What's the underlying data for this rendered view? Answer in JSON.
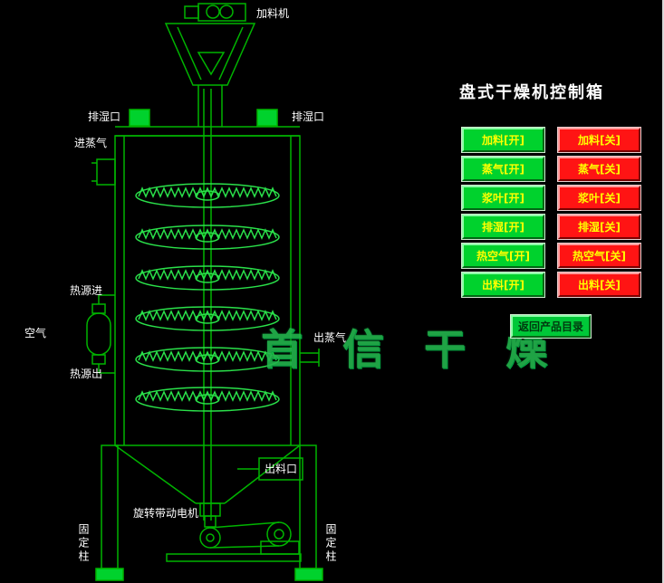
{
  "panel": {
    "title": "盘式干燥机控制箱",
    "on_buttons": [
      "加料[开]",
      "蒸气[开]",
      "浆叶[开]",
      "排湿[开]",
      "热空气[开]",
      "出料[开]"
    ],
    "off_buttons": [
      "加料[关]",
      "蒸气[关]",
      "浆叶[关]",
      "排湿[关]",
      "热空气[关]",
      "出料[关]"
    ],
    "return_label": "返回产品目录"
  },
  "diagram": {
    "feeder_label": "加料机",
    "exhaust_left_label": "排湿口",
    "exhaust_right_label": "排湿口",
    "steam_in_label": "进蒸气",
    "heat_source_in_label": "热源进",
    "air_label": "空气",
    "heat_source_out_label": "热源出",
    "steam_out_label": "出蒸气",
    "discharge_label": "出料口",
    "motor_label": "旋转带动电机",
    "left_column_label": "固定柱",
    "right_column_label": "固定柱"
  },
  "watermark": "首信干燥",
  "colors": {
    "background": "#000000",
    "line_green": "#00b400",
    "bright_green": "#2ae04a",
    "port_fill_green": "#00d22d",
    "button_on": "#00d22d",
    "button_off": "#ff1414",
    "button_text": "#ffff00",
    "label_text": "#ffffff"
  }
}
